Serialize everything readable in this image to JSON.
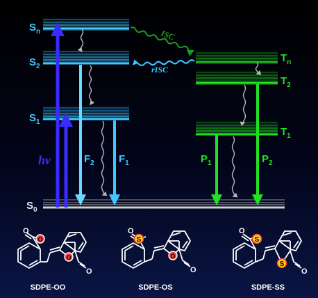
{
  "levels": {
    "singlet": {
      "s0": "S",
      "s0_sub": "0",
      "s1": "S",
      "s1_sub": "1",
      "s2": "S",
      "s2_sub": "2",
      "sn": "S",
      "sn_sub": "n"
    },
    "triplet": {
      "t1": "T",
      "t1_sub": "1",
      "t2": "T",
      "t2_sub": "2",
      "tn": "T",
      "tn_sub": "n"
    }
  },
  "transitions": {
    "hv": "hν",
    "isc": "ISC",
    "risc": "rISC",
    "f1": "F",
    "f1_sub": "1",
    "f2": "F",
    "f2_sub": "2",
    "p1": "P",
    "p1_sub": "1",
    "p2": "P",
    "p2_sub": "2"
  },
  "molecules": [
    {
      "name": "SDPE-OO",
      "heteroatom_1": "O",
      "heteroatom_2": "O",
      "substituent_1": "O",
      "substituent_2": "O"
    },
    {
      "name": "SDPE-OS",
      "heteroatom_1": "S",
      "heteroatom_2": "O",
      "substituent_1": "O",
      "substituent_2": "O"
    },
    {
      "name": "SDPE-SS",
      "heteroatom_1": "S",
      "heteroatom_2": "S",
      "substituent_1": "O",
      "substituent_2": "O"
    }
  ],
  "colors": {
    "singlet_level": "#3fc8ff",
    "triplet_level": "#22e022",
    "ground_level": "#c8c8c8",
    "excitation": "#3a2bff",
    "isc_arrow": "#1f9a1f",
    "risc_arrow": "#3fc8ff",
    "nonradiative": "#b0b0b0",
    "oxygen_highlight": "#ff3b3b",
    "sulfur_highlight": "#ffd21a"
  }
}
